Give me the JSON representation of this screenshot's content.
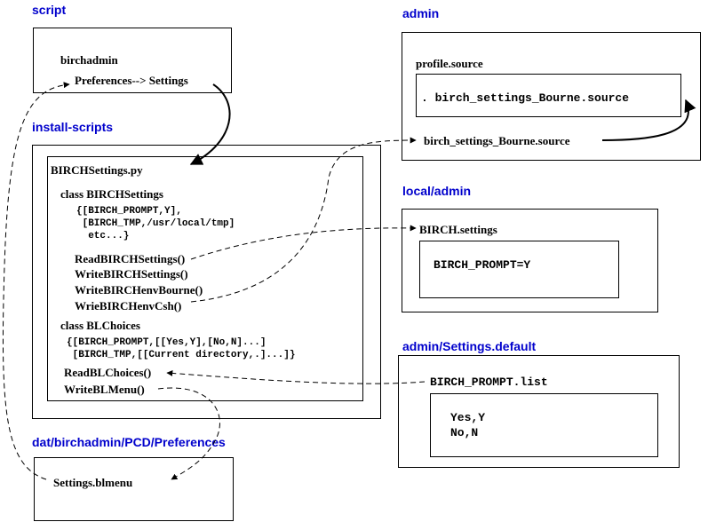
{
  "headers": {
    "script": "script",
    "admin": "admin",
    "install_scripts": "install-scripts",
    "local_admin": "local/admin",
    "admin_settings_default": "admin/Settings.default",
    "dat_preferences": "dat/birchadmin/PCD/Preferences"
  },
  "script_box": {
    "title": "birchadmin",
    "menu": "Preferences--> Settings"
  },
  "admin_box": {
    "profile_label": "profile.source",
    "profile_line": ". birch_settings_Bourne.source",
    "bourne_file": "birch_settings_Bourne.source"
  },
  "install_box": {
    "file": "BIRCHSettings.py",
    "class1": "class BIRCHSettings",
    "class1_data": [
      "{[BIRCH_PROMPT,Y],",
      " [BIRCH_TMP,/usr/local/tmp]",
      "  etc...}"
    ],
    "methods": [
      "ReadBIRCHSettings()",
      "WriteBIRCHSettings()",
      "WriteBIRCHenvBourne()",
      "WrieBIRCHenvCsh()"
    ],
    "class2": "class BLChoices",
    "class2_data": [
      "{[BIRCH_PROMPT,[[Yes,Y],[No,N]...]",
      " [BIRCH_TMP,[[Current directory,.]...]}"
    ],
    "read_choices": "ReadBLChoices()",
    "write_menu": "WriteBLMenu()"
  },
  "local_box": {
    "file": "BIRCH.settings",
    "content": "BIRCH_PROMPT=Y"
  },
  "default_box": {
    "file": "BIRCH_PROMPT.list",
    "content": [
      "Yes,Y",
      "No,N"
    ]
  },
  "pref_box": {
    "file": "Settings.blmenu"
  },
  "colors": {
    "header": "#0000cc",
    "line": "#000000"
  }
}
